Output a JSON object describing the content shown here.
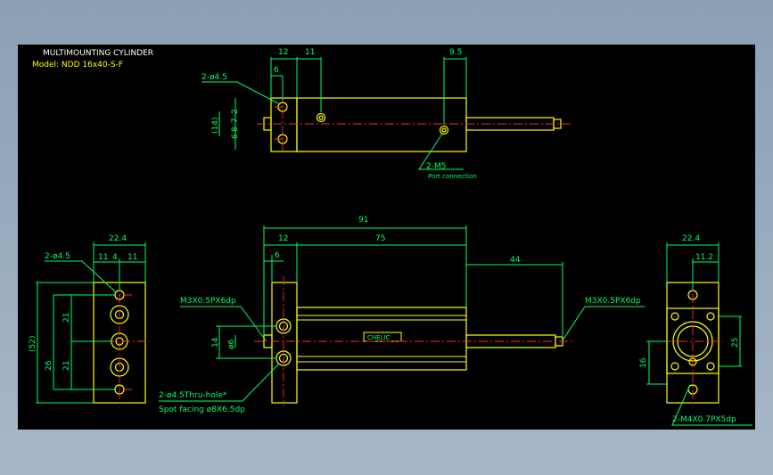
{
  "title": "MULTIMOUNTING CYLINDER",
  "model": "Model: NDD 16x40-S-F",
  "colors": {
    "background": "#000000",
    "object": "#ffff00",
    "dimension": "#00ff66",
    "centerline": "#ff2a2a",
    "text": "#ffffff"
  },
  "top_view": {
    "dims": {
      "d12": "12",
      "d11": "11",
      "d6": "6",
      "d9_5": "9.5",
      "d14": "(14)",
      "d6b": "6",
      "d8": "8",
      "d7": "7",
      "d2": "2"
    },
    "hole_label": "2-ø4.5",
    "port_label": "2-M5",
    "port_note": "Port connection"
  },
  "front_view": {
    "dims": {
      "d91": "91",
      "d12": "12",
      "d75": "75",
      "d6": "6",
      "d44": "44",
      "d14": "14",
      "d6dia": "ø6"
    },
    "thread_left": "M3X0.5PX6dp",
    "thread_right": "M3X0.5PX6dp",
    "hole_label": "2-ø4.5Thru-hole*",
    "spot_label": "Spot facing ø8X6.5dp",
    "logo": "CHELIC"
  },
  "left_view": {
    "dims": {
      "d22_4": "22.4",
      "d11a": "11",
      "d4": "4",
      "d11b": "11",
      "d52": "(52)",
      "d21a": "21",
      "d26": "26",
      "d21b": "21"
    },
    "hole_label": "2-ø4.5"
  },
  "right_view": {
    "dims": {
      "d22_4": "22.4",
      "d11_2": "11.2",
      "d25": "25",
      "d16": "16"
    },
    "thread_label": "2-M4X0.7PX5dp"
  }
}
